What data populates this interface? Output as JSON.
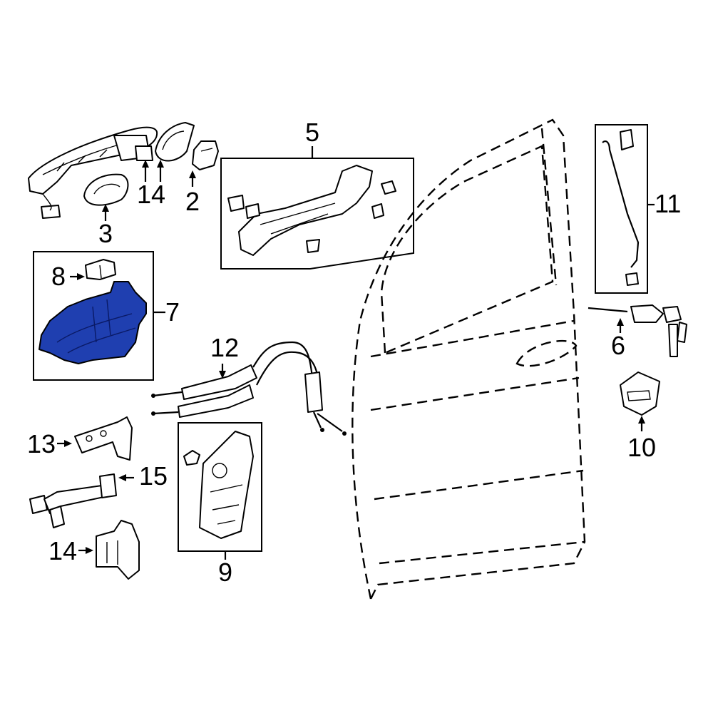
{
  "callouts": {
    "c1": "5",
    "c2": "11",
    "c3": "14",
    "c4": "2",
    "c5": "3",
    "c6": "8",
    "c7": "7",
    "c8": "6",
    "c9": "12",
    "c10": "10",
    "c11": "13",
    "c12": "15",
    "c13": "14",
    "c14": "9"
  },
  "colors": {
    "highlight": "#1f3fb0",
    "line": "#000000",
    "background": "#ffffff"
  }
}
